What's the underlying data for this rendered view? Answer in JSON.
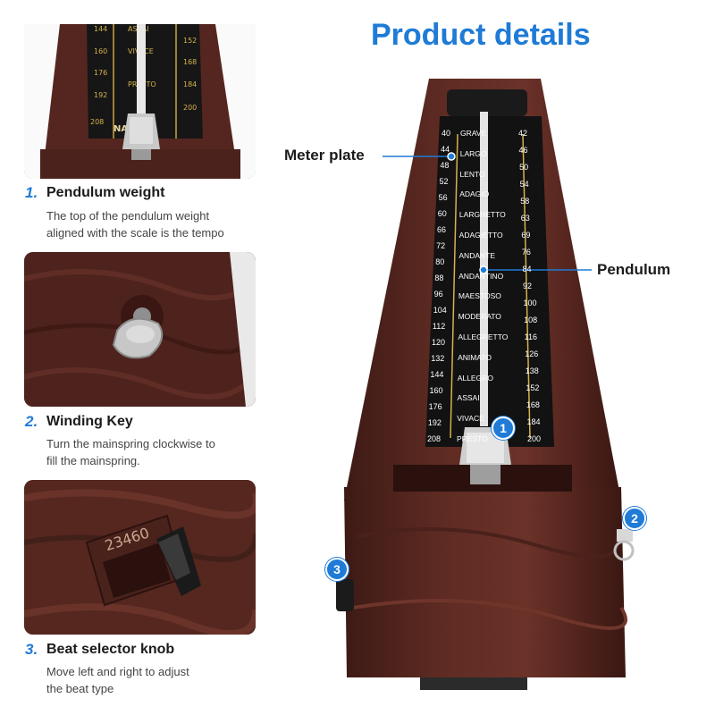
{
  "header": {
    "title": "Product details"
  },
  "callouts": {
    "meter_plate": "Meter plate",
    "pendulum": "Pendulum",
    "marker_1": "1",
    "marker_2": "2",
    "marker_3": "3"
  },
  "features": [
    {
      "number": "1.",
      "title": "Pendulum weight",
      "description_line1": "The top of the pendulum weight",
      "description_line2": "aligned with the scale is the tempo"
    },
    {
      "number": "2.",
      "title": "Winding Key",
      "description_line1": "Turn the mainspring clockwise to",
      "description_line2": "fill the mainspring."
    },
    {
      "number": "3.",
      "title": "Beat selector knob",
      "description_line1": "Move left and right to adjust",
      "description_line2": "the beat type"
    }
  ],
  "scale": {
    "left_numbers": [
      "40",
      "44",
      "48",
      "52",
      "56",
      "60",
      "66",
      "72",
      "80",
      "88",
      "96",
      "104",
      "112",
      "120",
      "132",
      "144",
      "160",
      "176",
      "192",
      "208"
    ],
    "right_numbers": [
      "42",
      "46",
      "50",
      "54",
      "58",
      "63",
      "69",
      "76",
      "84",
      "92",
      "100",
      "108",
      "116",
      "126",
      "138",
      "152",
      "168",
      "184",
      "200"
    ],
    "tempo_words": [
      "GRAVE",
      "LARGO",
      "LENTO",
      "ADAGIO",
      "LARGHETTO",
      "ADAGIETTO",
      "ANDANTE",
      "ANDANTINO",
      "MAESTOSO",
      "MODERATO",
      "ALLEGRETTO",
      "ANIMATO",
      "ALLEGRO",
      "ASSAI",
      "VIVACE",
      "PRESTO"
    ],
    "thumb_left_numbers": [
      "144",
      "160",
      "176",
      "192",
      "208"
    ],
    "thumb_right_numbers": [
      "152",
      "168",
      "184",
      "200"
    ],
    "thumb_words": [
      "ASSAI",
      "VIVACE",
      "PRESTO"
    ],
    "thumb_brand": "NAOMI",
    "dial_numbers": "23460"
  },
  "colors": {
    "accent": "#1f7bd6",
    "wood": "#5b2a22",
    "scale_gold": "#d4b34a",
    "scale_bg": "#121212"
  }
}
